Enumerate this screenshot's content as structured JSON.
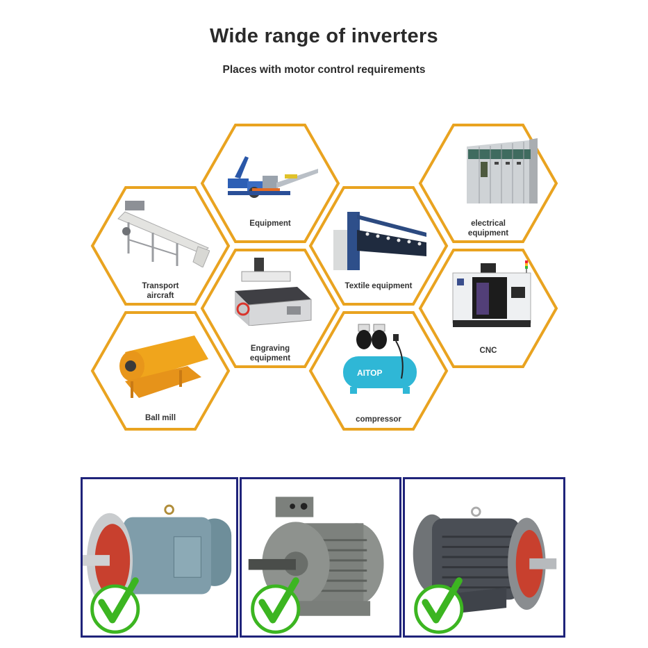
{
  "header": {
    "title": "Wide range of inverters",
    "subtitle": "Places with motor control requirements"
  },
  "colors": {
    "hex_border": "#e9a320",
    "motor_frame": "#1f237a",
    "check_green": "#3cb521",
    "text": "#2a2a2a"
  },
  "applications": [
    {
      "id": "equipment",
      "label_line1": "Equipment",
      "label_line2": "",
      "icon": "extrusion-line-icon"
    },
    {
      "id": "transport",
      "label_line1": "Transport",
      "label_line2": "aircraft",
      "icon": "conveyor-icon"
    },
    {
      "id": "electrical",
      "label_line1": "electrical",
      "label_line2": "equipment",
      "icon": "switchgear-cabinet-icon"
    },
    {
      "id": "textile",
      "label_line1": "Textile equipment",
      "label_line2": "",
      "icon": "textile-machine-icon"
    },
    {
      "id": "engraving",
      "label_line1": "Engraving",
      "label_line2": "equipment",
      "icon": "cnc-router-icon"
    },
    {
      "id": "cnc",
      "label_line1": "CNC",
      "label_line2": "",
      "icon": "cnc-machine-icon"
    },
    {
      "id": "ballmill",
      "label_line1": "Ball mill",
      "label_line2": "",
      "icon": "ball-mill-icon"
    },
    {
      "id": "compressor",
      "label_line1": "compressor",
      "label_line2": "",
      "icon": "air-compressor-icon",
      "brand": "AITOP"
    }
  ],
  "motors": [
    {
      "id": "motor-1",
      "description": "blue flange motor with red end shield",
      "check": "checkmark-icon"
    },
    {
      "id": "motor-2",
      "description": "grey foot-mounted motor",
      "check": "checkmark-icon"
    },
    {
      "id": "motor-3",
      "description": "dark grey flange motor with red end shield",
      "check": "checkmark-icon"
    }
  ]
}
